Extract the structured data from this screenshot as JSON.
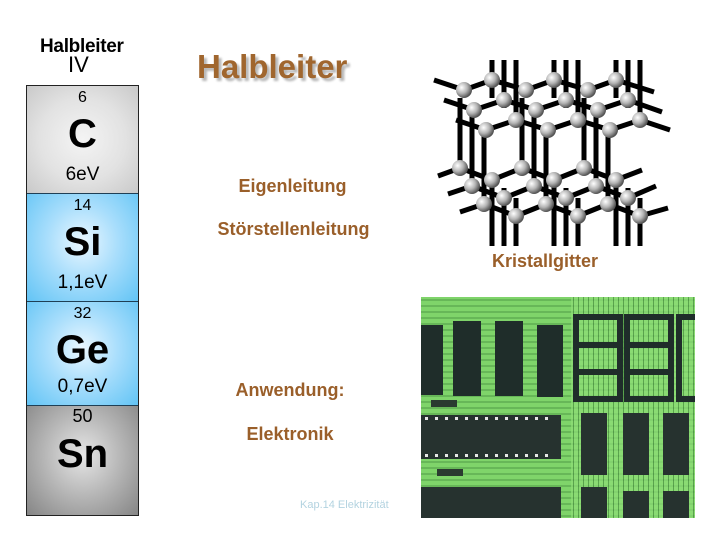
{
  "slide": {
    "title": "Halbleiter",
    "title_color": "#a0662e",
    "accent_text_color": "#9a5f2a",
    "footer": "Kap.14 Elektrizität"
  },
  "periodic_column": {
    "header": "Halbleiter",
    "group": "IV",
    "elements": [
      {
        "number": "6",
        "symbol": "C",
        "band_gap": "6eV",
        "color": "#e2e2e2"
      },
      {
        "number": "14",
        "symbol": "Si",
        "band_gap": "1,1eV",
        "color": "#a9defc"
      },
      {
        "number": "32",
        "symbol": "Ge",
        "band_gap": "0,7eV",
        "color": "#a9defc"
      },
      {
        "number": "50",
        "symbol": "Sn",
        "band_gap": "",
        "color": "#b5b5b5"
      }
    ]
  },
  "content": {
    "conduction_types": [
      "Eigenleitung",
      "Störstellenleitung"
    ],
    "application_label": "Anwendung:",
    "application_value": "Elektronik"
  },
  "figures": {
    "lattice": {
      "caption": "Kristallgitter",
      "icon": "crystal-lattice-diagram"
    },
    "photo": {
      "icon": "circuit-board-photo"
    }
  }
}
